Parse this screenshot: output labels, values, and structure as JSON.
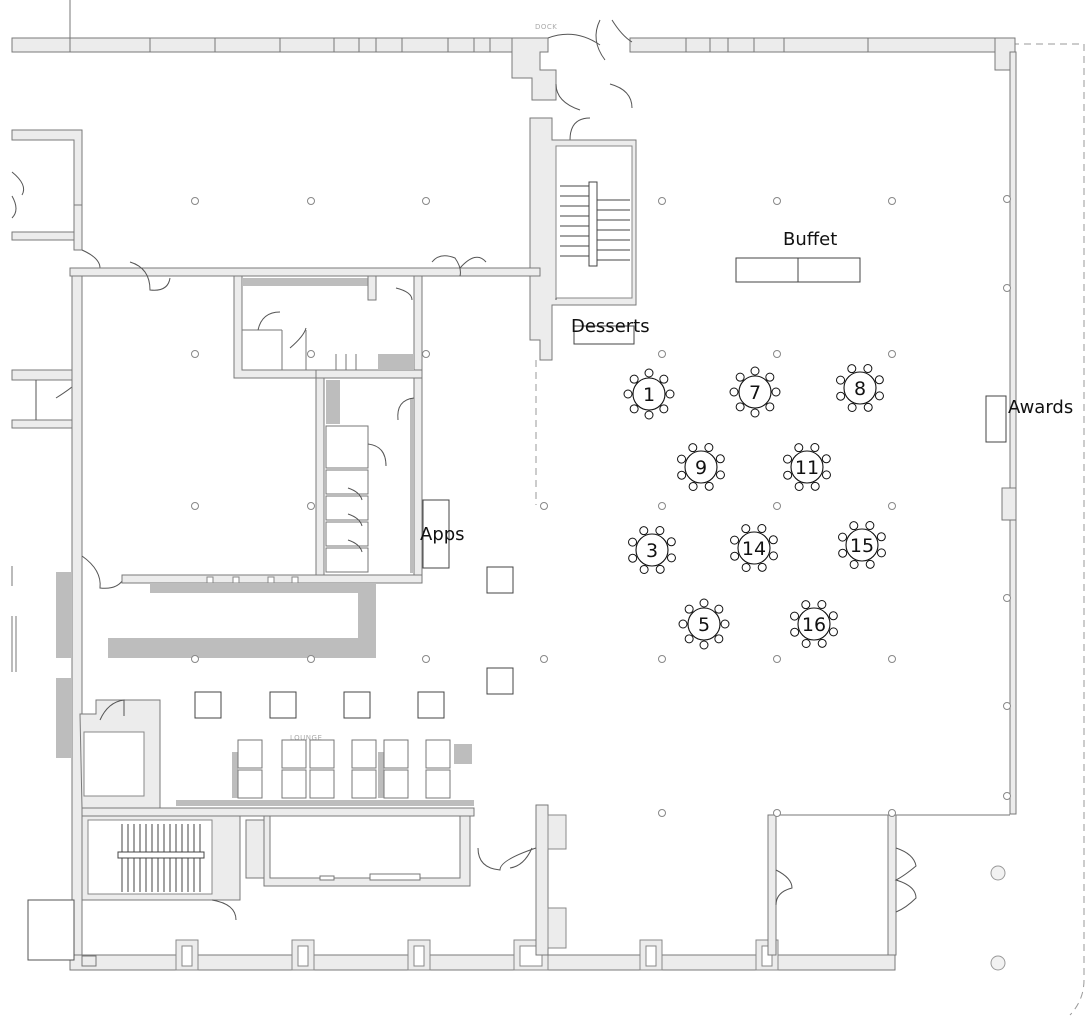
{
  "plan": {
    "labels": {
      "dock": "DOCK",
      "lounge": "LOUNGE",
      "buffet": "Buffet",
      "desserts": "Desserts",
      "apps": "Apps",
      "awards": "Awards"
    },
    "tables": [
      {
        "number": "1"
      },
      {
        "number": "7"
      },
      {
        "number": "8"
      },
      {
        "number": "9"
      },
      {
        "number": "11"
      },
      {
        "number": "3"
      },
      {
        "number": "14"
      },
      {
        "number": "15"
      },
      {
        "number": "5"
      },
      {
        "number": "16"
      }
    ]
  }
}
